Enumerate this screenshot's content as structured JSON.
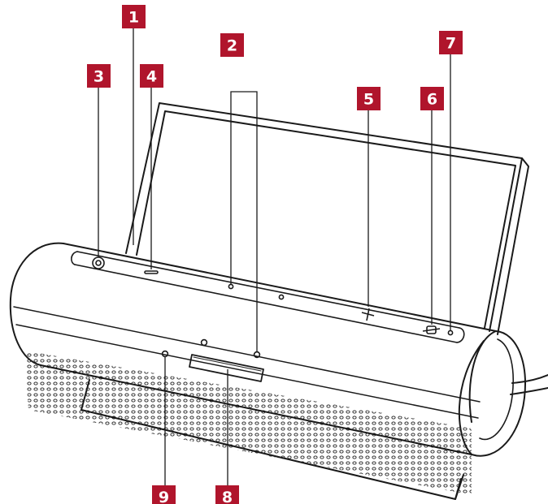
{
  "diagram": {
    "accent_color": "#b0152c",
    "line_color": "#1a1a1a",
    "callouts": [
      {
        "id": "1",
        "label": "1"
      },
      {
        "id": "2",
        "label": "2"
      },
      {
        "id": "3",
        "label": "3"
      },
      {
        "id": "4",
        "label": "4"
      },
      {
        "id": "5",
        "label": "5"
      },
      {
        "id": "6",
        "label": "6"
      },
      {
        "id": "7",
        "label": "7"
      },
      {
        "id": "8",
        "label": "8"
      },
      {
        "id": "9",
        "label": "9"
      }
    ]
  }
}
